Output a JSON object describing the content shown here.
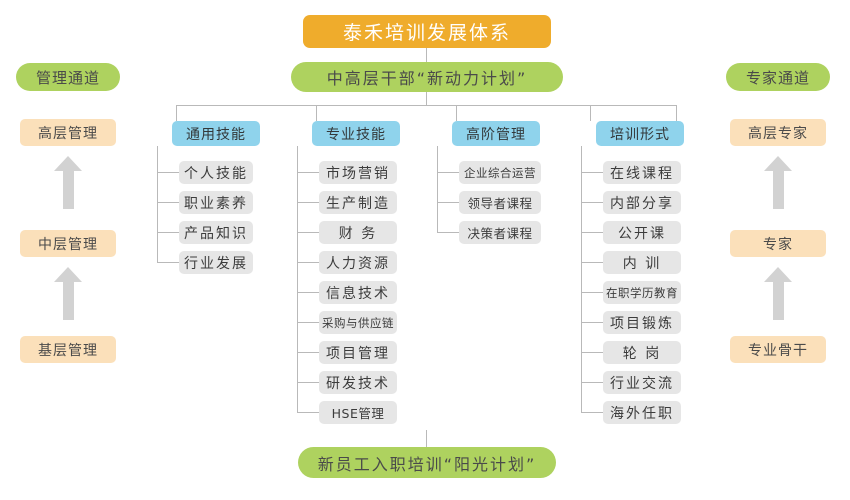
{
  "title": {
    "text": "泰禾培训发展体系"
  },
  "banners": {
    "middle": "中高层干部“新动力计划”",
    "bottom": "新员工入职培训“阳光计划”"
  },
  "left_channel": {
    "header": "管理通道",
    "levels": [
      "高层管理",
      "中层管理",
      "基层管理"
    ]
  },
  "right_channel": {
    "header": "专家通道",
    "levels": [
      "高层专家",
      "专家",
      "专业骨干"
    ]
  },
  "columns": [
    {
      "header": "通用技能",
      "items": [
        "个人技能",
        "职业素养",
        "产品知识",
        "行业发展"
      ]
    },
    {
      "header": "专业技能",
      "items": [
        "市场营销",
        "生产制造",
        "财 务",
        "人力资源",
        "信息技术",
        "采购与供应链",
        "项目管理",
        "研发技术",
        "HSE管理"
      ]
    },
    {
      "header": "高阶管理",
      "items": [
        "企业综合运营",
        "领导者课程",
        "决策者课程"
      ]
    },
    {
      "header": "培训形式",
      "items": [
        "在线课程",
        "内部分享",
        "公开课",
        "内 训",
        "在职学历教育",
        "项目锻炼",
        "轮 岗",
        "行业交流",
        "海外任职"
      ]
    }
  ],
  "colors": {
    "title_orange": "#EFAC2C",
    "banner_green": "#AED25F",
    "level_peach": "#FBE0BA",
    "column_blue": "#8FD3EC",
    "leaf_gray": "#E6E6E6",
    "connector": "#B9B9B9",
    "arrow_gray": "#D2D2D2"
  }
}
